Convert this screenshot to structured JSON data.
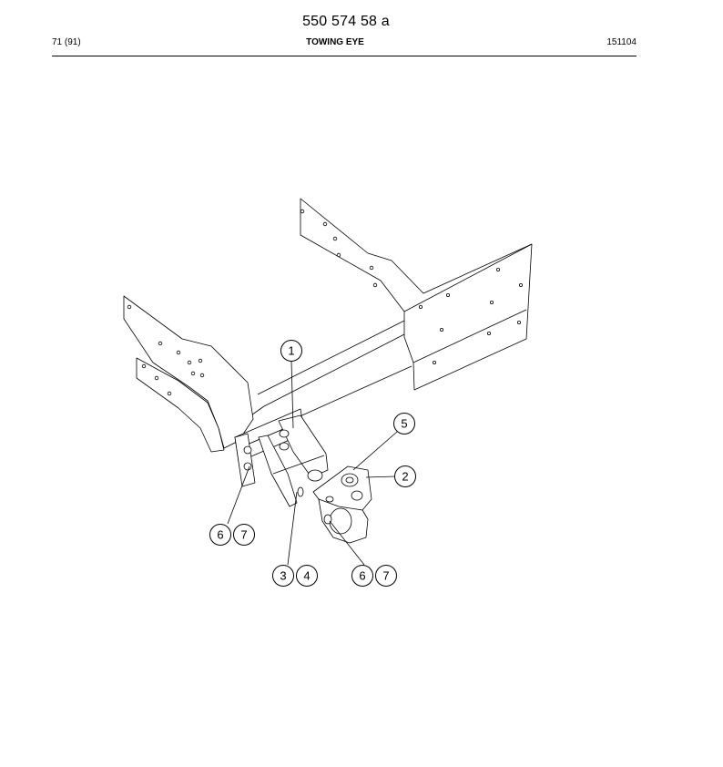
{
  "document": {
    "number": "550 574 58 a",
    "page_ref": "71 (91)",
    "section_title": "TOWING EYE",
    "date_code": "151104"
  },
  "callouts": {
    "c1": "1",
    "c2": "2",
    "c3": "3",
    "c4": "4",
    "c5": "5",
    "c6a": "6",
    "c7a": "7",
    "c6b": "6",
    "c7b": "7"
  }
}
